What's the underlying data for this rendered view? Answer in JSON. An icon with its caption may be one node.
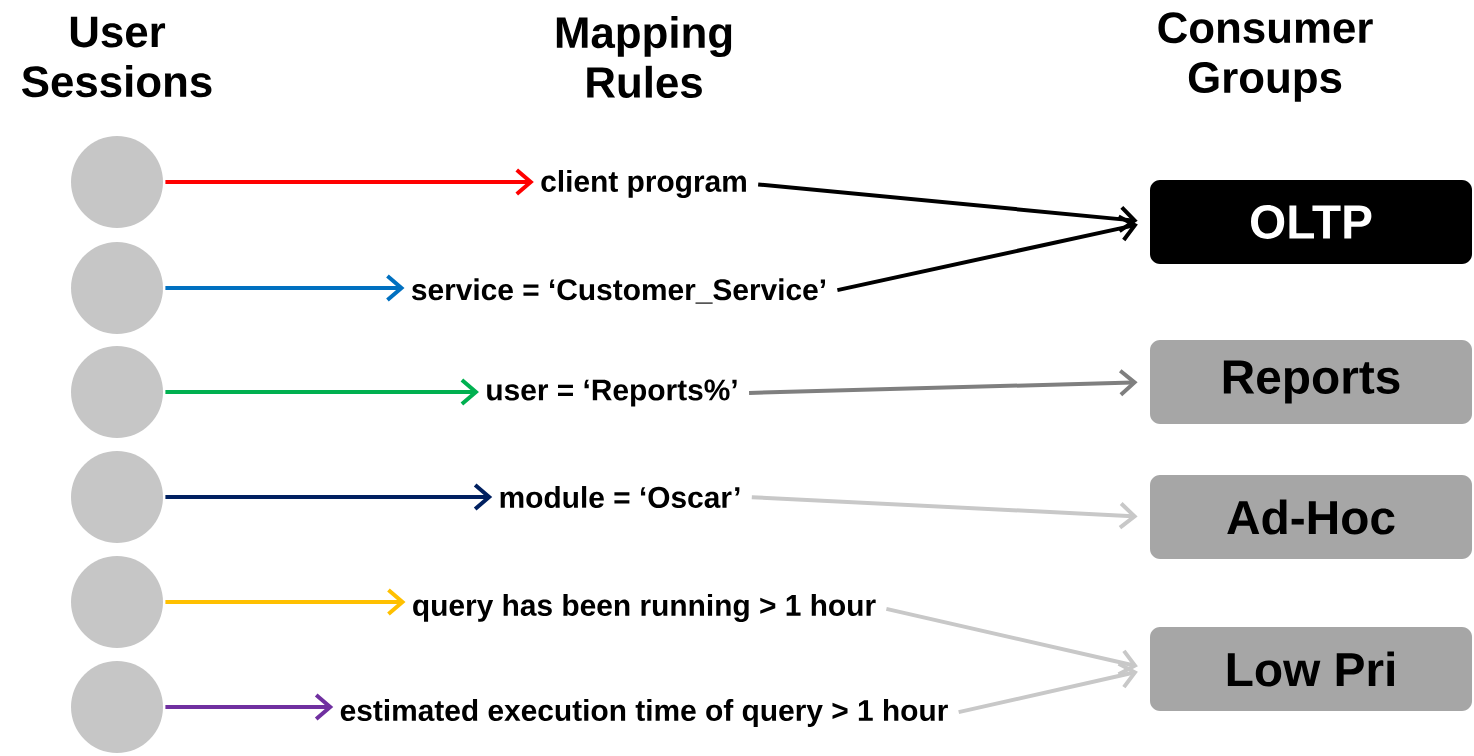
{
  "diagram": {
    "nodes": [
      {
        "text": [],
        "shape": "circle"
      },
      {
        "text": [],
        "shape": "circle"
      },
      {
        "text": [],
        "shape": "circle"
      },
      {
        "text": [],
        "shape": "circle"
      },
      {
        "text": [],
        "shape": "circle"
      },
      {
        "text": [],
        "shape": "circle"
      },
      {
        "text": [
          "client program"
        ]
      },
      {
        "text": [
          "service = ‘Customer_Service’"
        ]
      },
      {
        "text": [
          "user = ‘Reports%’"
        ]
      },
      {
        "text": [
          "module = ‘Oscar’"
        ]
      },
      {
        "text": [
          "query has been running > 1 hour"
        ]
      },
      {
        "text": [
          "estimated execution time of query > 1 hour"
        ]
      },
      {
        "text": [
          "OLTP"
        ]
      },
      {
        "text": [
          "Reports"
        ]
      },
      {
        "text": [
          "Ad-Hoc"
        ]
      },
      {
        "text": [
          "Low Pri"
        ]
      }
    ],
    "edges": [
      {
        "from": 0,
        "to": 6,
        "arrow": "to",
        "color": "#ff0000"
      },
      {
        "from": 1,
        "to": 7,
        "arrow": "to",
        "color": "#0070c0"
      },
      {
        "from": 2,
        "to": 8,
        "arrow": "to",
        "color": "#00b050"
      },
      {
        "from": 3,
        "to": 9,
        "arrow": "to",
        "color": "#002060"
      },
      {
        "from": 4,
        "to": 10,
        "arrow": "to",
        "color": "#ffc000"
      },
      {
        "from": 5,
        "to": 11,
        "arrow": "to",
        "color": "#7030a0"
      },
      {
        "from": 6,
        "to": 12,
        "arrow": "to",
        "color": "#000000"
      },
      {
        "from": 7,
        "to": 12,
        "arrow": "to",
        "color": "#000000"
      },
      {
        "from": 8,
        "to": 13,
        "arrow": "to",
        "color": "#7f7f7f"
      },
      {
        "from": 9,
        "to": 14,
        "arrow": "to",
        "color": "#c8c8c8"
      },
      {
        "from": 10,
        "to": 15,
        "arrow": "to",
        "color": "#c8c8c8"
      },
      {
        "from": 11,
        "to": 15,
        "arrow": "to",
        "color": "#c8c8c8"
      }
    ],
    "labels": [
      "User Sessions",
      "Mapping Rules",
      "Consumer Groups"
    ]
  }
}
